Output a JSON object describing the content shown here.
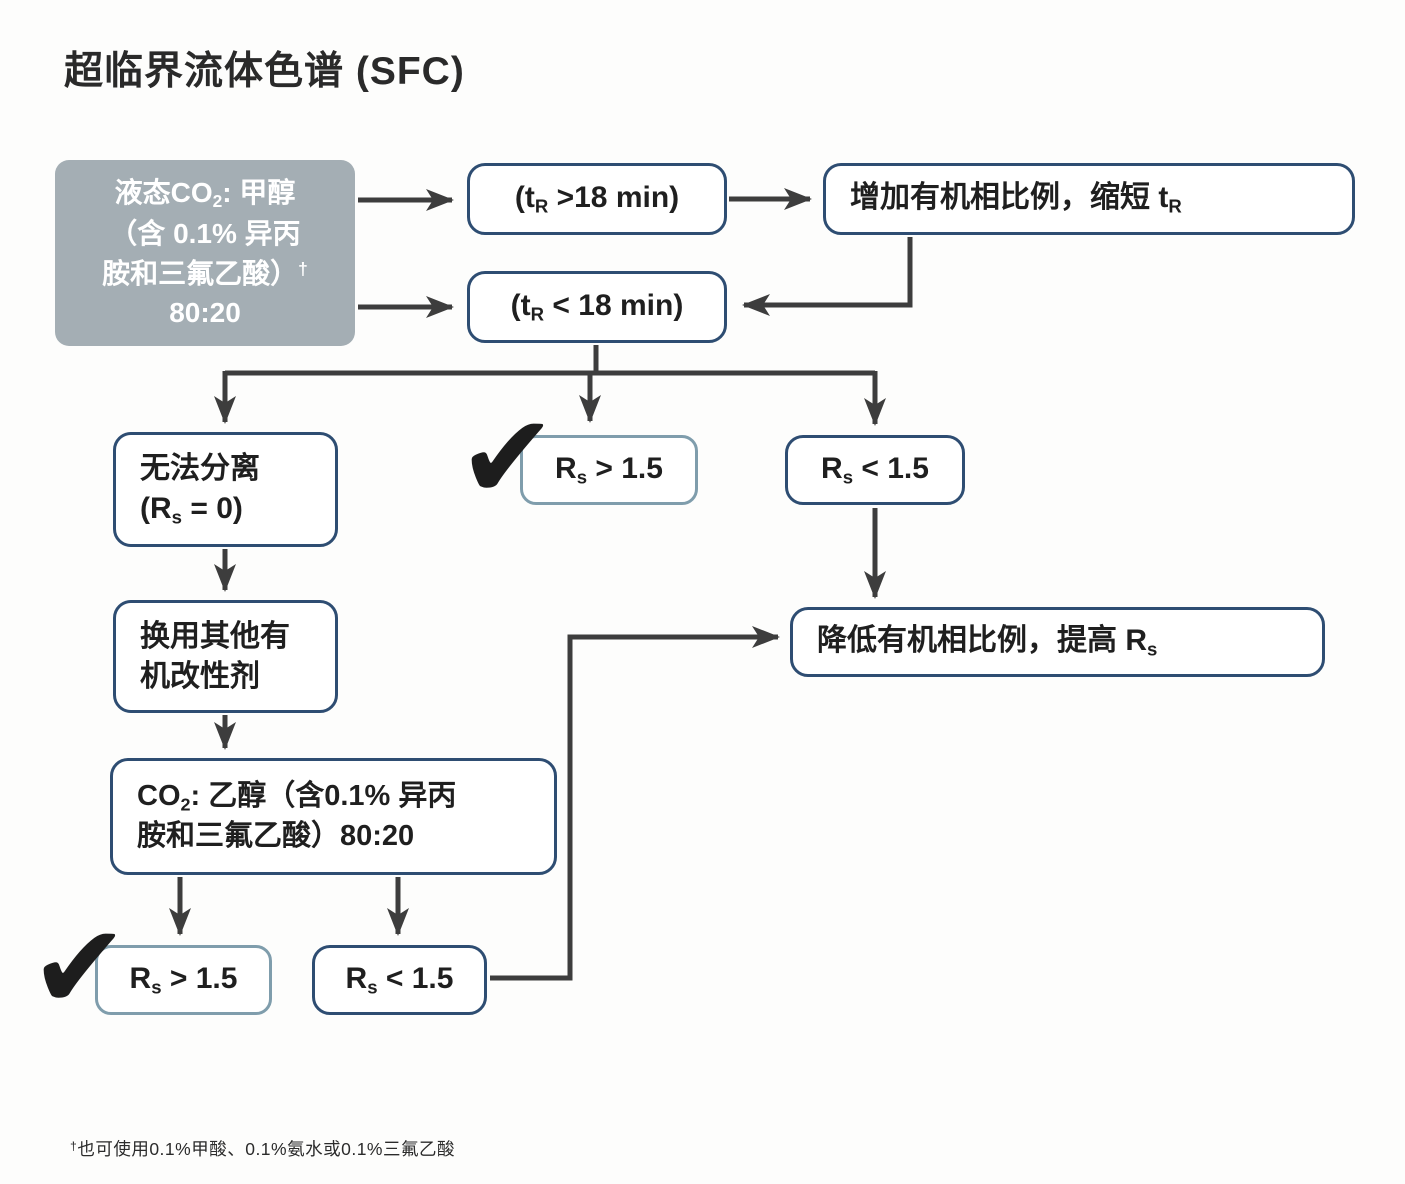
{
  "title": "超临界流体色谱 (SFC)",
  "colors": {
    "box_border_dark": "#2e4d72",
    "box_border_light": "#7f9dac",
    "start_box_fill": "#a4aeb4",
    "arrow": "#3d3d3d",
    "check": "#1d1d1d"
  },
  "icons": {
    "check": "✔"
  },
  "nodes": {
    "start": {
      "l1_pre": "液态CO",
      "l1_sub": "2",
      "l1_post": ": 甲醇",
      "l2": "（含 0.1% 异丙",
      "l3": "胺和三氟乙酸）",
      "l3_sup": "†",
      "l4": "80:20"
    },
    "tr_gt18": {
      "pre": "(t",
      "sub": "R",
      "post": " >18 min)"
    },
    "increase": {
      "pre": "增加有机相比例，缩短 t",
      "sub": "R"
    },
    "tr_lt18": {
      "pre": "(t",
      "sub": "R",
      "post": " < 18 min)"
    },
    "no_sep": {
      "l1": "无法分离",
      "l2_pre": "(R",
      "l2_sub": "s",
      "l2_post": " = 0)"
    },
    "rs_gt15_top": {
      "pre": "R",
      "sub": "s",
      "post": " > 1.5"
    },
    "rs_lt15_top": {
      "pre": "R",
      "sub": "s",
      "post": " < 1.5"
    },
    "change_modifier": {
      "l1": "换用其他有",
      "l2": "机改性剂"
    },
    "reduce": {
      "pre": "降低有机相比例，提高 R",
      "sub": "s"
    },
    "co2_ethanol": {
      "l1_pre": "CO",
      "l1_sub": "2",
      "l1_post": ": 乙醇（含0.1% 异丙",
      "l2": "胺和三氟乙酸）80:20"
    },
    "rs_gt15_bottom": {
      "pre": "R",
      "sub": "s",
      "post": " > 1.5"
    },
    "rs_lt15_bottom": {
      "pre": "R",
      "sub": "s",
      "post": " < 1.5"
    }
  },
  "footnote": {
    "sup": "†",
    "text": "也可使用0.1%甲酸、0.1%氨水或0.1%三氟乙酸"
  }
}
